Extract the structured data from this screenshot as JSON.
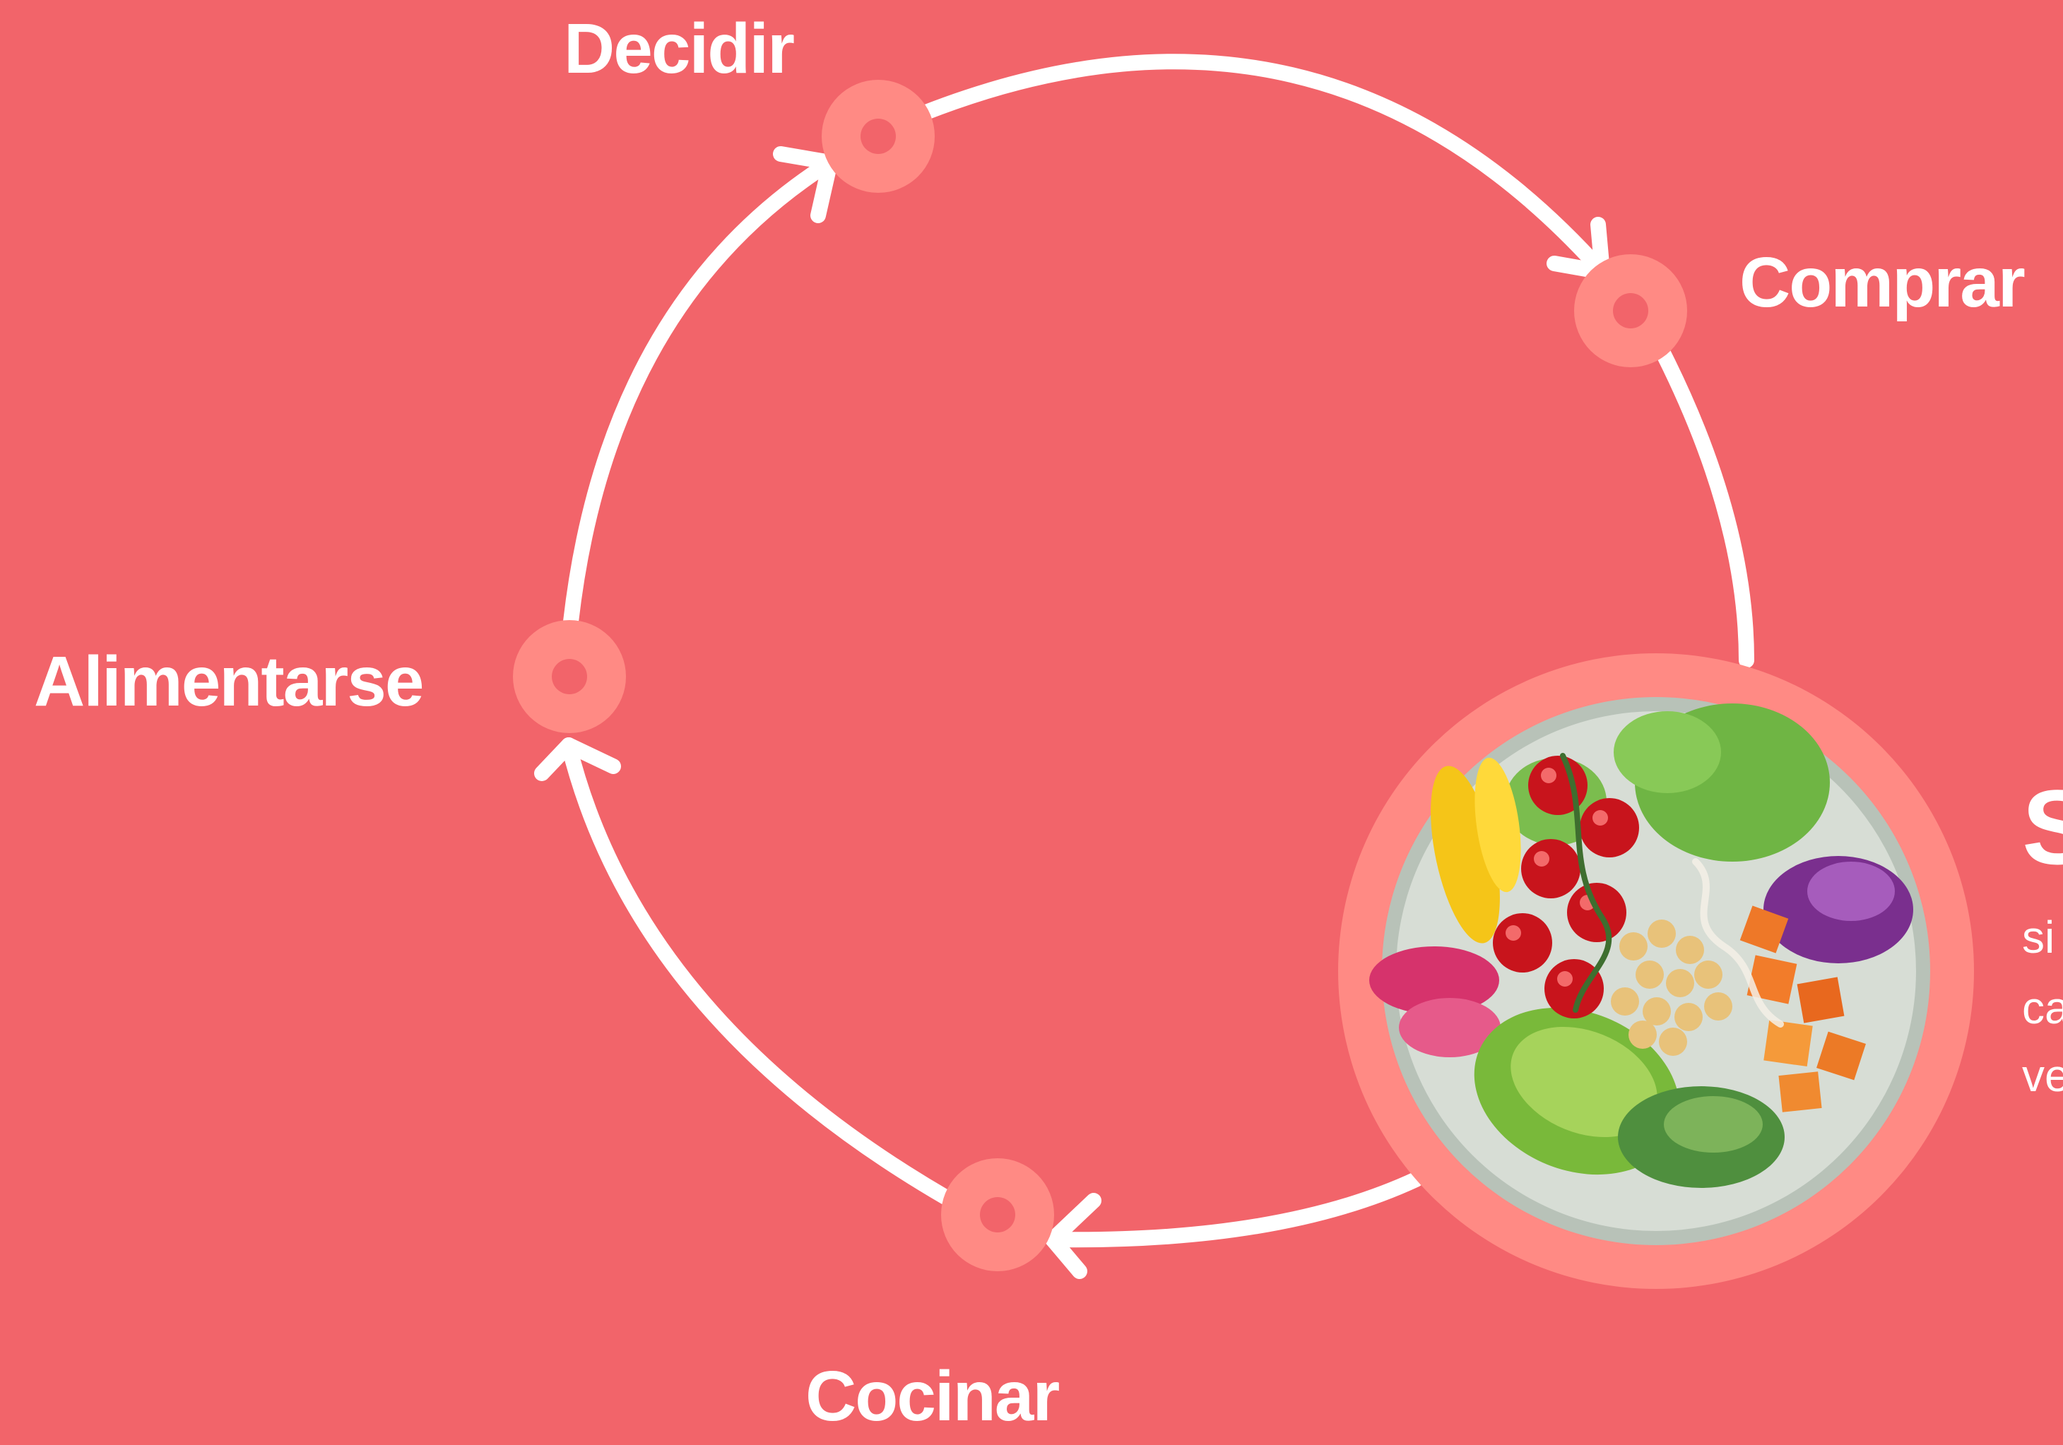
{
  "steps": [
    {
      "id": "decidir",
      "label": "Decidir"
    },
    {
      "id": "comprar",
      "label": "Comprar"
    },
    {
      "id": "cocinar",
      "label": "Cocinar"
    },
    {
      "id": "alimentarse",
      "label": "Alimentarse"
    }
  ],
  "side_panel": {
    "title_fragment": "S",
    "text_fragments": [
      "si",
      "ca",
      "ve"
    ]
  },
  "image": {
    "subject": "salad-bowl-photo"
  },
  "colors": {
    "background": "#F2646A",
    "node_ring": "#FF8A84",
    "arc": "#FFFFFF",
    "label": "#FFFFFF"
  }
}
